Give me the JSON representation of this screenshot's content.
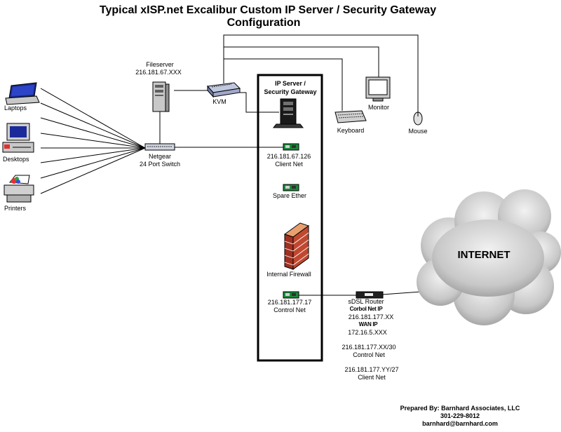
{
  "title": {
    "line1": "Typical  xISP.net Excalibur Custom IP Server / Security Gateway",
    "line2": "Configuration"
  },
  "devices": {
    "laptops": "Laptops",
    "desktops": "Desktops",
    "printers": "Printers",
    "fileserver_name": "Fileserver",
    "fileserver_ip": "216.181.67.XXX",
    "kvm": "KVM",
    "switch_name": "Netgear",
    "switch_desc": "24 Port Switch",
    "monitor": "Monitor",
    "keyboard": "Keyboard",
    "mouse": "Mouse"
  },
  "server_box": {
    "title_line1": "IP Server /",
    "title_line2": "Security Gateway",
    "client_ip": "216.181.67.126",
    "client_net": "Client Net",
    "spare": "Spare Ether",
    "firewall": "Internal Firewall",
    "control_ip": "216.181.177.17",
    "control_net": "Control Net"
  },
  "router": {
    "name": "sDSL Router",
    "corbel_label": "Corbol Net IP",
    "corbel_ip": "216.181.177.XX",
    "wan_label": "WAN IP",
    "wan_ip": "172.16.5.XXX",
    "net1": "216.181.177.XX/30",
    "net1_label": "Control Net",
    "net2": "216.181.177.YY/27",
    "net2_label": "Client Net"
  },
  "internet": "INTERNET",
  "credits": {
    "prepared_by": "Prepared By: Barnhard Associates, LLC",
    "phone": "301-229-8012",
    "email": "barnhard@barnhard.com"
  }
}
